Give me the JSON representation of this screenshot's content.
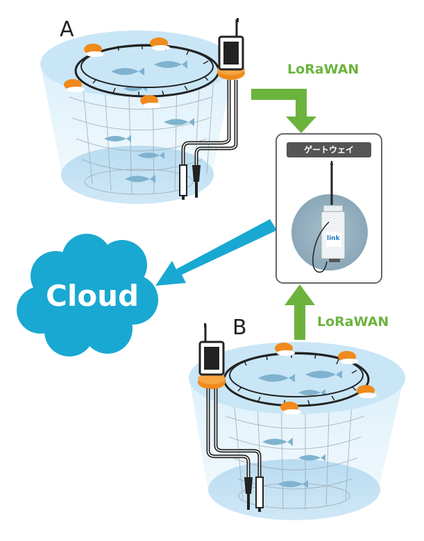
{
  "pens": [
    {
      "label": "A"
    },
    {
      "label": "B"
    }
  ],
  "links": [
    {
      "label": "LoRaWAN"
    },
    {
      "label": "LoRaWAN"
    }
  ],
  "gateway": {
    "title": "ゲートウェイ",
    "device_logo": "link"
  },
  "cloud": {
    "label": "Cloud"
  },
  "colors": {
    "water": "#c9e6f6",
    "water_edge": "#a9d4ee",
    "fish": "#7fb2cf",
    "float": "#f08a1c",
    "arrow_green": "#6cb33e",
    "arrow_blue": "#19a8d1",
    "cloud": "#19a8d1",
    "gateway_bg": "#8aa7b8"
  }
}
